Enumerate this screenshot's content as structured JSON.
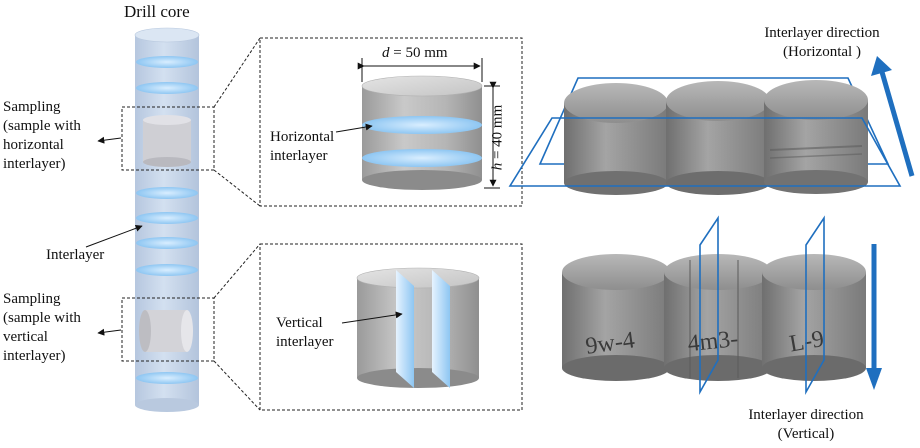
{
  "drill_core": {
    "title": "Drill core",
    "interlayer_label": "Interlayer",
    "sampling_horizontal": [
      "Sampling",
      "(sample with",
      "horizontal",
      "interlayer)"
    ],
    "sampling_vertical": [
      "Sampling",
      "(sample with",
      "vertical",
      "interlayer)"
    ]
  },
  "horizontal_sample": {
    "diameter_var": "d",
    "diameter_value": " = 50 mm",
    "height_var": "h",
    "height_value": " = 40 mm",
    "interlayer_label": [
      "Horizontal",
      "interlayer"
    ]
  },
  "vertical_sample": {
    "interlayer_label": [
      "Vertical",
      "interlayer"
    ]
  },
  "photos": {
    "top_direction": [
      "Interlayer direction",
      "(Horizontal )"
    ],
    "bottom_direction": [
      "Interlayer direction",
      "(Vertical)"
    ],
    "sample_marks": [
      "9w-4",
      "4m3-",
      "L-9"
    ]
  },
  "colors": {
    "core_fill": "#c7d6ea",
    "interlayer": "#a9d4f5",
    "accent_blue": "#1f6fbf",
    "rock_gray": "#8d8d8d"
  }
}
